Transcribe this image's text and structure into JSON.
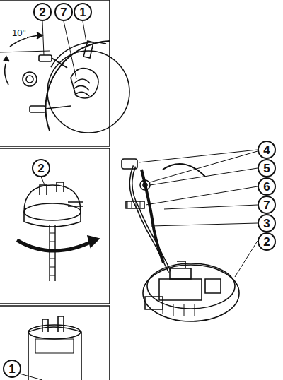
{
  "diagram": {
    "nodes": [
      {
        "text": [
          "2"
        ]
      },
      {
        "text": [
          "7"
        ]
      },
      {
        "text": [
          "1"
        ]
      },
      {
        "text": [
          "2"
        ]
      },
      {
        "text": [
          "1"
        ]
      },
      {
        "text": [
          "4"
        ]
      },
      {
        "text": [
          "5"
        ]
      },
      {
        "text": [
          "6"
        ]
      },
      {
        "text": [
          "7"
        ]
      },
      {
        "text": [
          "3"
        ]
      },
      {
        "text": [
          "2"
        ]
      }
    ],
    "labels": [
      "10°"
    ]
  }
}
